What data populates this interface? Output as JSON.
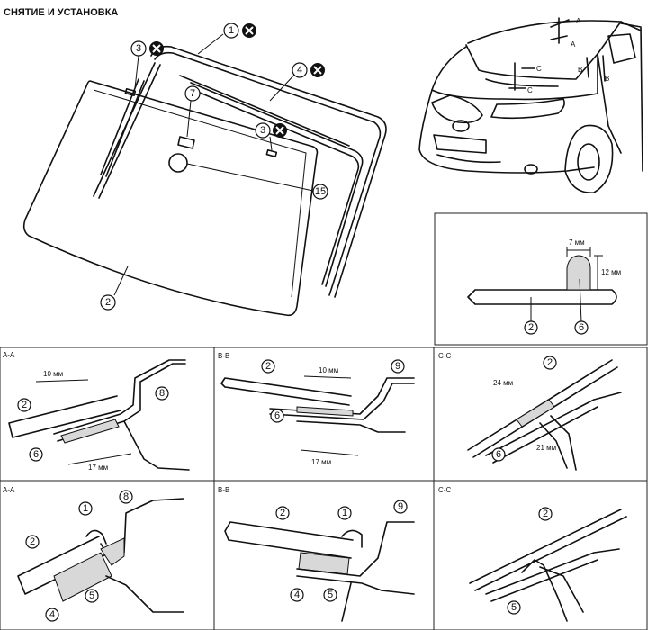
{
  "title": "СНЯТИЕ И УСТАНОВКА",
  "callouts": {
    "n1": "1",
    "n2": "2",
    "n3": "3",
    "n4": "4",
    "n5": "5",
    "n6": "6",
    "n7": "7",
    "n8": "8",
    "n9": "9",
    "n15": "15"
  },
  "view_markers": {
    "A": "A",
    "A2": "A",
    "B": "B",
    "B2": "B",
    "C": "C",
    "C2": "C"
  },
  "detail": {
    "width": "7 мм",
    "height": "12 мм"
  },
  "sections": {
    "aa": "A-A",
    "bb": "B-B",
    "cc": "C-C",
    "aa2": "A-A",
    "bb2": "B-B",
    "cc2": "C-C"
  },
  "dims": {
    "aa_top": "10 мм",
    "aa_bottom": "17 мм",
    "bb_top": "10 мм",
    "bb_bottom": "17 мм",
    "cc_left": "24 мм",
    "cc_right": "21 мм"
  },
  "icons": {
    "remove": "x-circle-icon"
  }
}
